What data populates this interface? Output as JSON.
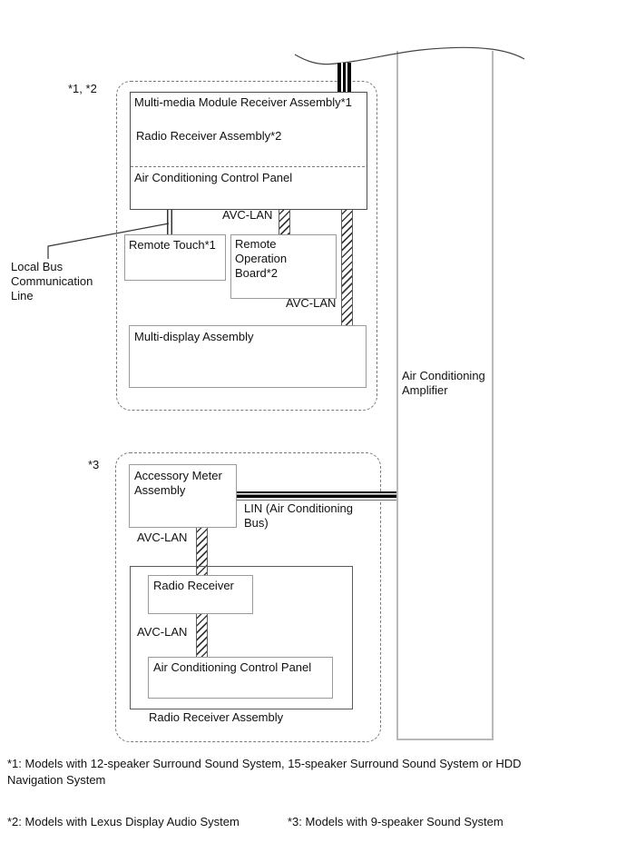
{
  "diagram": {
    "group_tags": {
      "top": "*1, *2",
      "bottom": "*3"
    },
    "head_unit": {
      "line1": "Multi-media Module Receiver Assembly*1",
      "line2": "Radio Receiver Assembly*2",
      "line3": "Air Conditioning Control Panel"
    },
    "labels": {
      "avc_lan": "AVC-LAN",
      "local_bus": "Local Bus Communication Line",
      "lin_bus": "LIN (Air Conditioning Bus)"
    },
    "boxes": {
      "remote_touch": "Remote Touch*1",
      "remote_operation": "Remote Operation Board*2",
      "multi_display": "Multi-display Assembly",
      "ac_amplifier": "Air Conditioning Amplifier",
      "accessory_meter": "Accessory Meter Assembly",
      "radio_receiver": "Radio Receiver",
      "ac_control_panel": "Air Conditioning Control Panel",
      "radio_receiver_assembly": "Radio Receiver Assembly"
    },
    "footnotes": {
      "fn1": "*1: Models with 12-speaker Surround Sound System, 15-speaker Surround Sound System or HDD Navigation System",
      "fn2": "*2: Models with Lexus Display Audio System",
      "fn3": "*3: Models with 9-speaker Sound System"
    },
    "colors": {
      "ink": "#111111",
      "box_border_light": "#9a9a9a",
      "box_border_dark": "#4d4d4d",
      "amplifier_border": "#b8b8b8",
      "dashed_group": "#7a7a7a",
      "bus_black": "#000000",
      "hatch_stroke": "#3a3a3a"
    }
  }
}
